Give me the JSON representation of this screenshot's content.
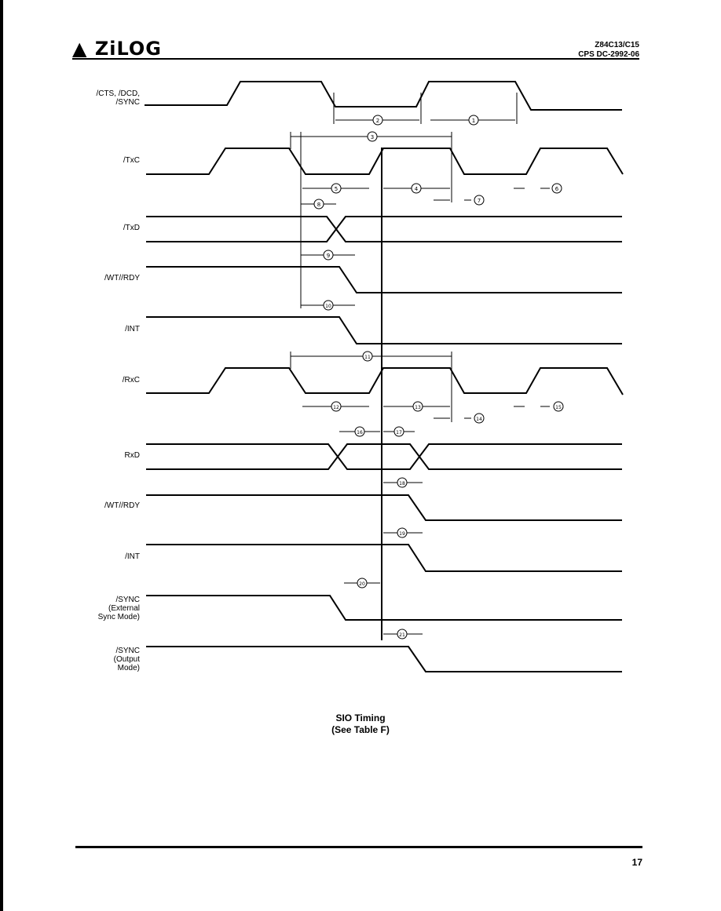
{
  "header": {
    "logo_text": "ZiLOG",
    "part_number": "Z84C13/C15",
    "doc_code": "CPS DC-2992-06"
  },
  "signals": [
    {
      "id": "cts",
      "label": "/CTS, /DCD,\n/SYNC"
    },
    {
      "id": "txc",
      "label": "/TxC"
    },
    {
      "id": "txd",
      "label": "/TxD"
    },
    {
      "id": "wtrdy1",
      "label": "/WT//RDY"
    },
    {
      "id": "int1",
      "label": "/INT"
    },
    {
      "id": "rxc",
      "label": "/RxC"
    },
    {
      "id": "rxd",
      "label": "RxD"
    },
    {
      "id": "wtrdy2",
      "label": "/WT//RDY"
    },
    {
      "id": "int2",
      "label": "/INT"
    },
    {
      "id": "sync_ext",
      "label": "/SYNC\n(External\nSync Mode)"
    },
    {
      "id": "sync_out",
      "label": "/SYNC\n(Output\nMode)"
    }
  ],
  "timing_refs": [
    "2",
    "1",
    "3",
    "5",
    "4",
    "7",
    "6",
    "8",
    "9",
    "10",
    "11",
    "12",
    "13",
    "14",
    "15",
    "16",
    "17",
    "18",
    "19",
    "20",
    "21"
  ],
  "caption": {
    "title": "SIO Timing",
    "subtitle": "(See Table F)"
  },
  "page_number": "17"
}
